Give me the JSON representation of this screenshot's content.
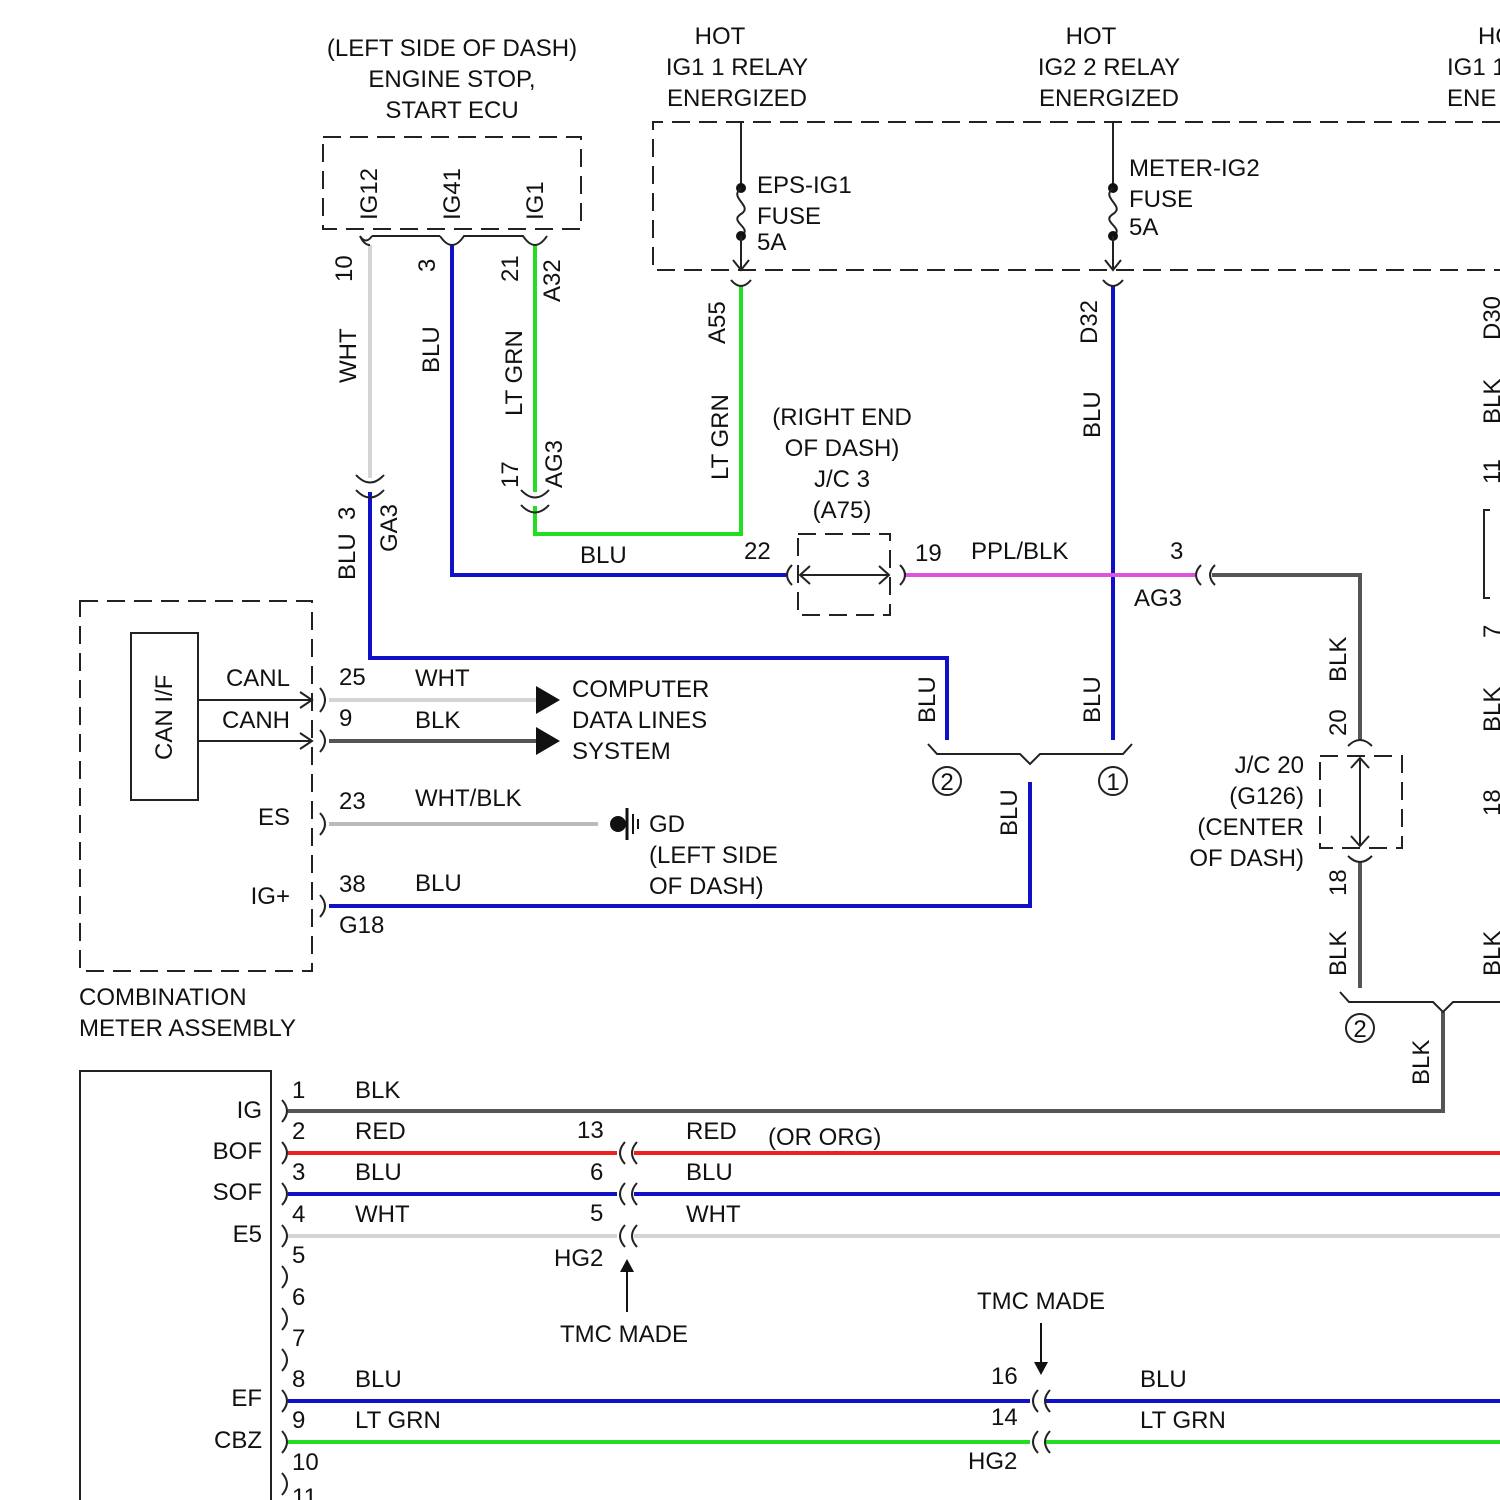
{
  "colors": {
    "blue": "#1010c8",
    "green": "#22dd22",
    "white_wire": "#d4d4d4",
    "black_wire": "#555555",
    "red": "#ee2020",
    "purple": "#dd55dd",
    "outline": "#222222"
  },
  "components": {
    "ecu_title": [
      "(LEFT SIDE OF DASH)",
      "ENGINE STOP,",
      "START ECU"
    ],
    "relay1_title": [
      "HOT",
      "IG1 1 RELAY",
      "ENERGIZED"
    ],
    "relay2_title": [
      "HOT",
      "IG2 2 RELAY",
      "ENERGIZED"
    ],
    "relay3_title": [
      "HO",
      "IG1 1",
      "ENE"
    ],
    "ecu_pins": [
      "IG12",
      "IG41",
      "IG1"
    ],
    "fuse1": [
      "EPS-IG1",
      "FUSE",
      "5A"
    ],
    "fuse2": [
      "METER-IG2",
      "FUSE",
      "5A"
    ],
    "jc3": [
      "(RIGHT END",
      "OF DASH)",
      "J/C 3",
      "(A75)"
    ],
    "jc20": [
      "J/C 20",
      "(G126)",
      "(CENTER",
      "OF DASH)"
    ],
    "can_if": "CAN I/F",
    "meter_pins": [
      "CANL",
      "CANH",
      "ES",
      "IG+"
    ],
    "meter_label": [
      "COMBINATION",
      "METER ASSEMBLY"
    ],
    "computer_lines": [
      "COMPUTER",
      "DATA LINES",
      "SYSTEM"
    ],
    "ground": [
      "GD",
      "(LEFT SIDE",
      "OF DASH)"
    ],
    "lower_pins": [
      "IG",
      "BOF",
      "SOF",
      "E5",
      "EF",
      "CBZ"
    ],
    "tmc1": "TMC MADE",
    "tmc2": "TMC MADE",
    "or_org": "(OR ORG)"
  },
  "wires": {
    "wht": "WHT",
    "blu": "BLU",
    "ltgrn": "LT GRN",
    "blk": "BLK",
    "red": "RED",
    "pplblk": "PPL/BLK",
    "whtblk": "WHT/BLK"
  },
  "connectors": {
    "a32": "A32",
    "a55": "A55",
    "d32": "D32",
    "ag3": "AG3",
    "ga3": "GA3",
    "g18": "G18",
    "hg2": "HG2",
    "d30": "D30"
  },
  "pins": {
    "p10": "10",
    "p3": "3",
    "p21": "21",
    "p17": "17",
    "p22": "22",
    "p19": "19",
    "p20": "20",
    "p18": "18",
    "p25": "25",
    "p9": "9",
    "p23": "23",
    "p38": "38",
    "p13": "13",
    "p6": "6",
    "p5": "5",
    "p16": "16",
    "p14": "14",
    "p1": "1",
    "p2": "2",
    "p4": "4",
    "p7": "7",
    "p8": "8",
    "p11": "11",
    "circ1": "1",
    "circ2": "2"
  },
  "right_edge": [
    "BLK",
    "11",
    "7",
    "BLK",
    "18",
    "BLK"
  ]
}
